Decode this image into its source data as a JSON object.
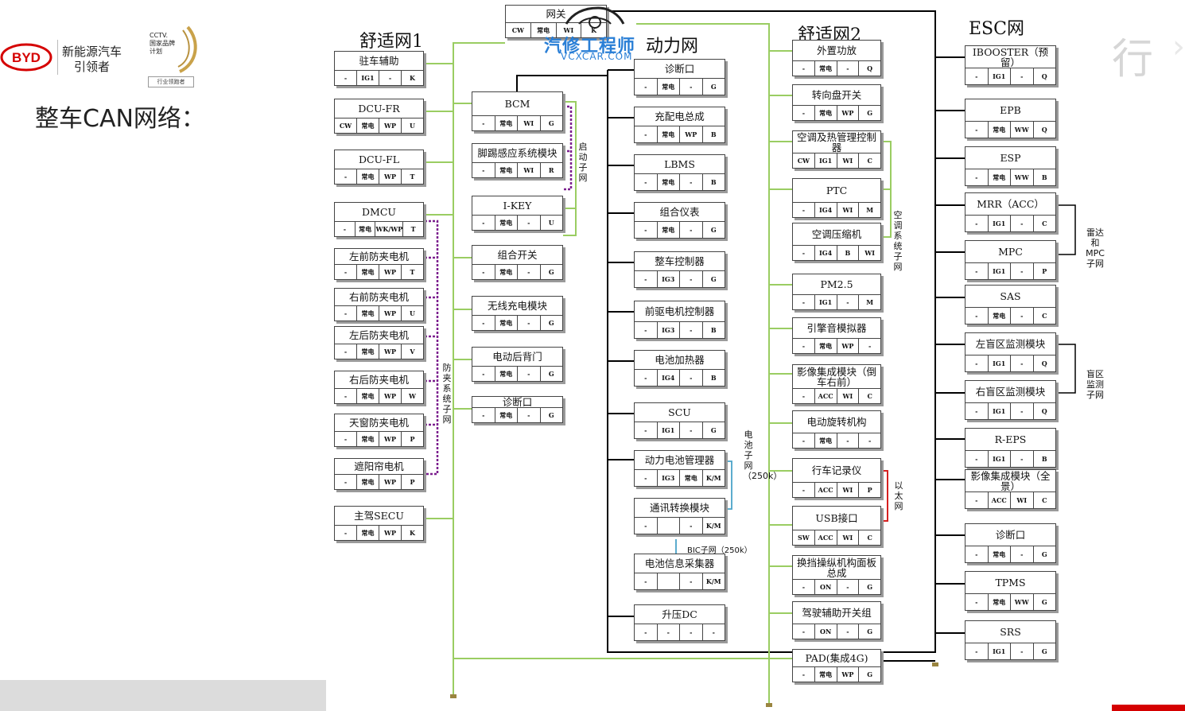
{
  "brand": {
    "logo_text": "BYD",
    "slogan_line1": "新能源汽车",
    "slogan_line2": "引领者",
    "cctv": "CCTV.",
    "plan_line1": "国家品牌",
    "plan_line2": "计划",
    "badge": "行业领跑者"
  },
  "page_title": "整车CAN网络：",
  "watermark": {
    "line1": "汽修工程师",
    "line2": "VCXCAR.COM"
  },
  "sections": {
    "comfort1": "舒适网1",
    "power": "动力网",
    "comfort2": "舒适网2",
    "esc": "ESC网"
  },
  "labels": {
    "start_subnet": "启动子网",
    "anti_pinch_subnet": "防夹系统子网",
    "battery_subnet": "电池子网（250k）",
    "bic_subnet": "BIC子网（250k）",
    "ac_subnet": "空调系统子网",
    "ethernet": "以太网",
    "radar_subnet": "雷达和MPC子网",
    "blind_subnet": "盲区监测子网",
    "faint_glyph": "行"
  },
  "colors": {
    "comfort1_bus": "#9acd62",
    "comfort2_bus": "#9acd62",
    "power_bus": "#000000",
    "anti_pinch": "#7b1e8e",
    "battery_sub": "#4aa3c8",
    "ethernet": "#d62020",
    "accent_red": "#d50000"
  },
  "nodes": {
    "c1": [
      {
        "name": "驻车辅助",
        "fields": [
          "-",
          "IG1",
          "-",
          "K"
        ]
      },
      {
        "name": "DCU-FR",
        "fields": [
          "CW",
          "常电",
          "WP",
          "U"
        ]
      },
      {
        "name": "DCU-FL",
        "fields": [
          "-",
          "常电",
          "WP",
          "T"
        ]
      },
      {
        "name": "DMCU",
        "fields": [
          "-",
          "常电",
          "WK/WP",
          "T"
        ]
      },
      {
        "name": "左前防夹电机",
        "fields": [
          "-",
          "常电",
          "WP",
          "T"
        ]
      },
      {
        "name": "右前防夹电机",
        "fields": [
          "-",
          "常电",
          "WP",
          "U"
        ]
      },
      {
        "name": "左后防夹电机",
        "fields": [
          "-",
          "常电",
          "WP",
          "V"
        ]
      },
      {
        "name": "右后防夹电机",
        "fields": [
          "-",
          "常电",
          "WP",
          "W"
        ]
      },
      {
        "name": "天窗防夹电机",
        "fields": [
          "-",
          "常电",
          "WP",
          "P"
        ]
      },
      {
        "name": "遮阳帘电机",
        "fields": [
          "-",
          "常电",
          "WP",
          "P"
        ]
      },
      {
        "name": "主驾SECU",
        "fields": [
          "-",
          "常电",
          "WP",
          "K"
        ]
      }
    ],
    "c1b": [
      {
        "name": "网关",
        "fields": [
          "CW",
          "常电",
          "WI",
          "K"
        ]
      },
      {
        "name": "BCM",
        "fields": [
          "-",
          "常电",
          "WI",
          "G"
        ]
      },
      {
        "name": "脚踢感应系统模块",
        "fields": [
          "-",
          "常电",
          "WI",
          "R"
        ]
      },
      {
        "name": "I-KEY",
        "fields": [
          "-",
          "常电",
          "-",
          "U"
        ]
      },
      {
        "name": "组合开关",
        "fields": [
          "-",
          "常电",
          "-",
          "G"
        ]
      },
      {
        "name": "无线充电模块",
        "fields": [
          "-",
          "常电",
          "-",
          "G"
        ]
      },
      {
        "name": "电动后背门",
        "fields": [
          "-",
          "常电",
          "-",
          "G"
        ]
      },
      {
        "name": "诊断口",
        "fields": [
          "-",
          "常电",
          "-",
          "G"
        ]
      }
    ],
    "pw": [
      {
        "name": "诊断口",
        "fields": [
          "-",
          "常电",
          "-",
          "G"
        ]
      },
      {
        "name": "充配电总成",
        "fields": [
          "-",
          "常电",
          "WP",
          "B"
        ]
      },
      {
        "name": "LBMS",
        "fields": [
          "-",
          "常电",
          "-",
          "B"
        ]
      },
      {
        "name": "组合仪表",
        "fields": [
          "-",
          "常电",
          "-",
          "G"
        ]
      },
      {
        "name": "整车控制器",
        "fields": [
          "-",
          "IG3",
          "-",
          "G"
        ]
      },
      {
        "name": "前驱电机控制器",
        "fields": [
          "-",
          "IG3",
          "-",
          "B"
        ]
      },
      {
        "name": "电池加热器",
        "fields": [
          "-",
          "IG4",
          "-",
          "B"
        ]
      },
      {
        "name": "SCU",
        "fields": [
          "-",
          "IG1",
          "-",
          "G"
        ]
      },
      {
        "name": "动力电池管理器",
        "fields": [
          "-",
          "IG3",
          "常电",
          "K/M"
        ]
      },
      {
        "name": "通讯转换模块",
        "fields": [
          "-",
          "",
          "-",
          "K/M"
        ]
      },
      {
        "name": "电池信息采集器",
        "fields": [
          "-",
          "",
          "-",
          "K/M"
        ]
      },
      {
        "name": "升压DC",
        "fields": [
          "-",
          "-",
          "-",
          "-"
        ]
      }
    ],
    "c2": [
      {
        "name": "外置功放",
        "fields": [
          "-",
          "常电",
          "-",
          "Q"
        ]
      },
      {
        "name": "转向盘开关",
        "fields": [
          "-",
          "常电",
          "WP",
          "G"
        ]
      },
      {
        "name": "空调及热管理控制器",
        "fields": [
          "CW",
          "IG1",
          "WI",
          "C"
        ]
      },
      {
        "name": "PTC",
        "fields": [
          "-",
          "IG4",
          "WI",
          "M"
        ]
      },
      {
        "name": "空调压缩机",
        "fields": [
          "-",
          "IG4",
          "B",
          "WI"
        ]
      },
      {
        "name": "PM2.5",
        "fields": [
          "-",
          "IG1",
          "-",
          "M"
        ]
      },
      {
        "name": "引擎音模拟器",
        "fields": [
          "-",
          "常电",
          "WP",
          "-"
        ]
      },
      {
        "name": "影像集成模块（倒车右前）",
        "fields": [
          "-",
          "ACC",
          "WI",
          "C"
        ]
      },
      {
        "name": "电动旋转机构",
        "fields": [
          "-",
          "常电",
          "-",
          "-"
        ]
      },
      {
        "name": "行车记录仪",
        "fields": [
          "-",
          "ACC",
          "WI",
          "P"
        ]
      },
      {
        "name": "USB接口",
        "fields": [
          "SW",
          "ACC",
          "WI",
          "C"
        ]
      },
      {
        "name": "换挡操纵机构面板总成",
        "fields": [
          "-",
          "ON",
          "-",
          "G"
        ]
      },
      {
        "name": "驾驶辅助开关组",
        "fields": [
          "-",
          "ON",
          "-",
          "G"
        ]
      },
      {
        "name": "PAD(集成4G)",
        "fields": [
          "-",
          "常电",
          "WP",
          "G"
        ]
      }
    ],
    "esc": [
      {
        "name": "IBOOSTER（预留）",
        "fields": [
          "-",
          "IG1",
          "-",
          "Q"
        ]
      },
      {
        "name": "EPB",
        "fields": [
          "-",
          "常电",
          "WW",
          "Q"
        ]
      },
      {
        "name": "ESP",
        "fields": [
          "-",
          "常电",
          "WW",
          "B"
        ]
      },
      {
        "name": "MRR（ACC）",
        "fields": [
          "-",
          "IG1",
          "-",
          "C"
        ]
      },
      {
        "name": "MPC",
        "fields": [
          "-",
          "IG1",
          "-",
          "P"
        ]
      },
      {
        "name": "SAS",
        "fields": [
          "-",
          "常电",
          "-",
          "C"
        ]
      },
      {
        "name": "左盲区监测模块",
        "fields": [
          "-",
          "IG1",
          "-",
          "Q"
        ]
      },
      {
        "name": "右盲区监测模块",
        "fields": [
          "-",
          "IG1",
          "-",
          "Q"
        ]
      },
      {
        "name": "R-EPS",
        "fields": [
          "-",
          "IG1",
          "-",
          "B"
        ]
      },
      {
        "name": "影像集成模块（全景）",
        "fields": [
          "-",
          "ACC",
          "WI",
          "C"
        ]
      },
      {
        "name": "诊断口",
        "fields": [
          "-",
          "常电",
          "-",
          "G"
        ]
      },
      {
        "name": "TPMS",
        "fields": [
          "-",
          "常电",
          "WW",
          "G"
        ]
      },
      {
        "name": "SRS",
        "fields": [
          "-",
          "IG1",
          "-",
          "G"
        ]
      }
    ]
  }
}
